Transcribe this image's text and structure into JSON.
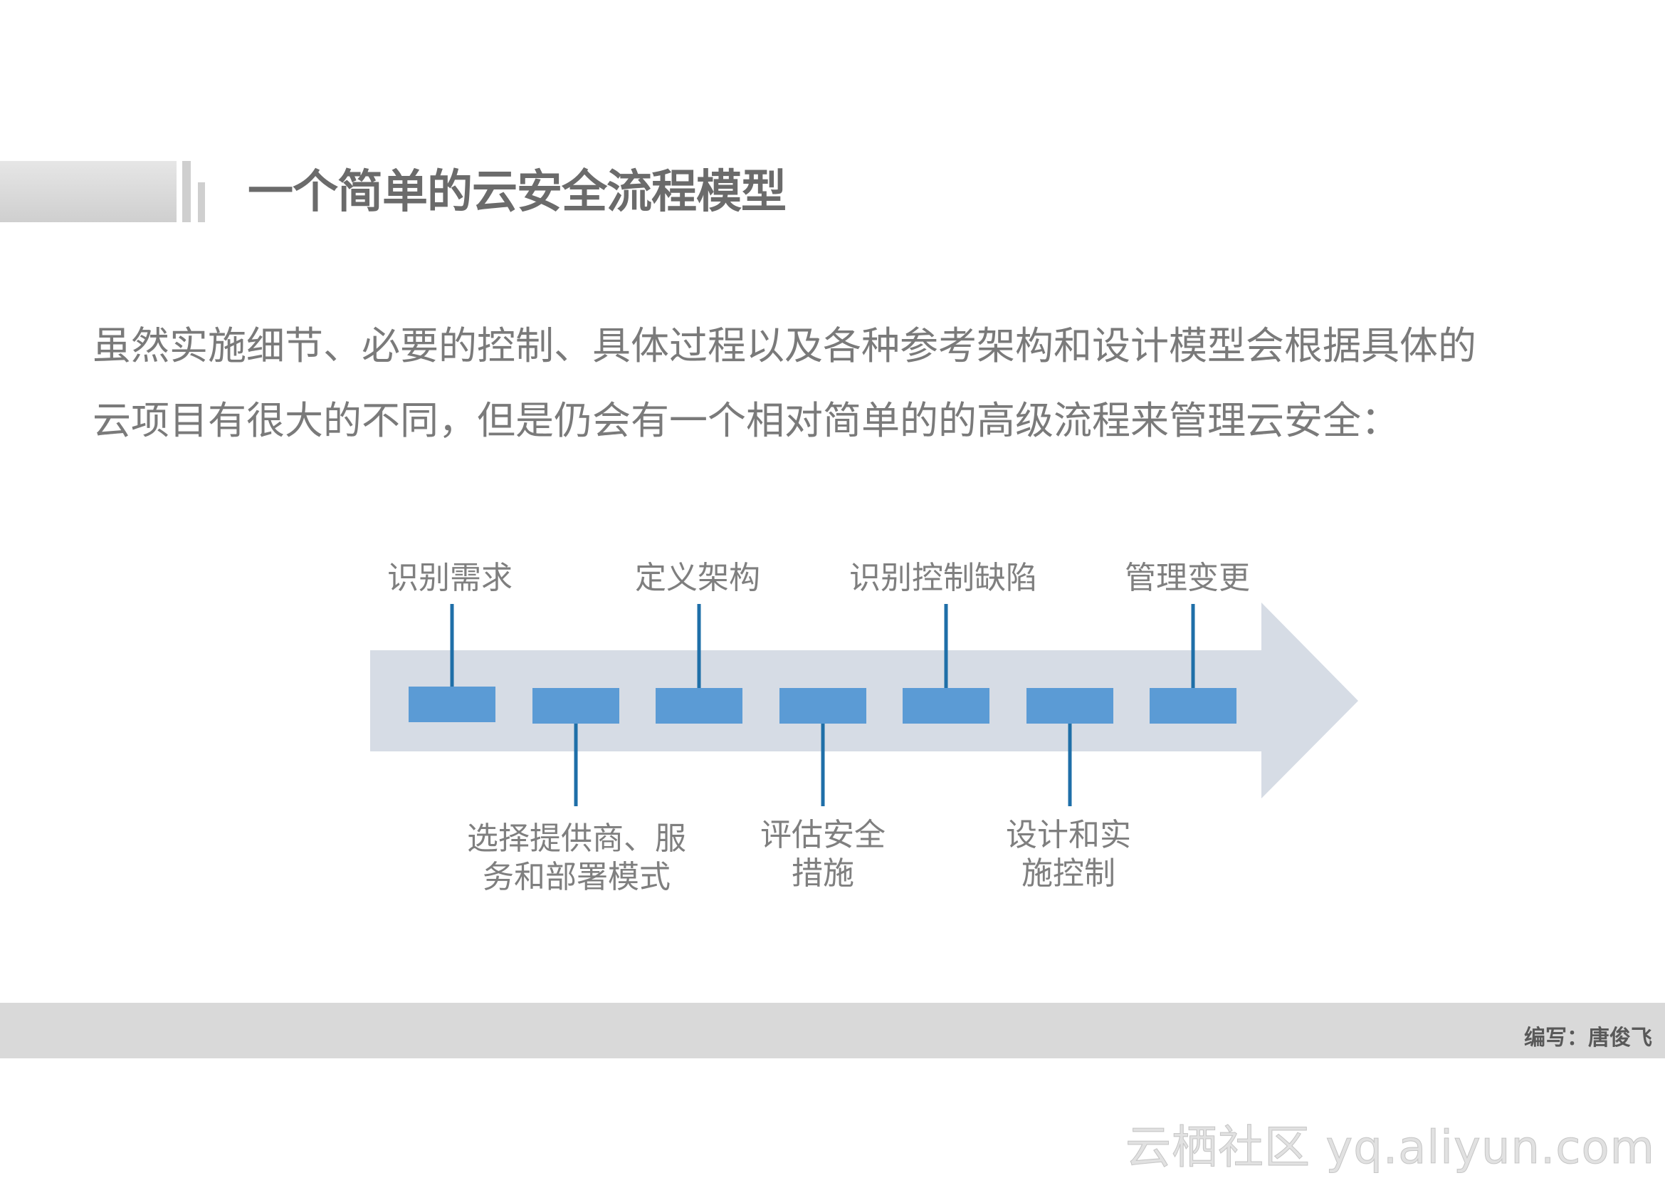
{
  "slide": {
    "title": "一个简单的云安全流程模型",
    "intro_line1": "虽然实施细节、必要的控制、具体过程以及各种参考架构和设计模型会根据具体的",
    "intro_line2": "云项目有很大的不同，但是仍会有一个相对简单的的高级流程来管理云安全："
  },
  "diagram": {
    "top_labels": [
      "识别需求",
      "定义架构",
      "识别控制缺陷",
      "管理变更"
    ],
    "bottom_labels": [
      [
        "选择提供商、服",
        "务和部署模式"
      ],
      [
        "评估安全",
        "措施"
      ],
      [
        "设计和实",
        "施控制"
      ]
    ],
    "colors": {
      "arrow": "#d6dce5",
      "box": "#5b9bd5",
      "connector": "#1f6fa8"
    }
  },
  "footer": {
    "credit": "编写：唐俊飞",
    "watermark": "云栖社区 yq.aliyun.com"
  }
}
